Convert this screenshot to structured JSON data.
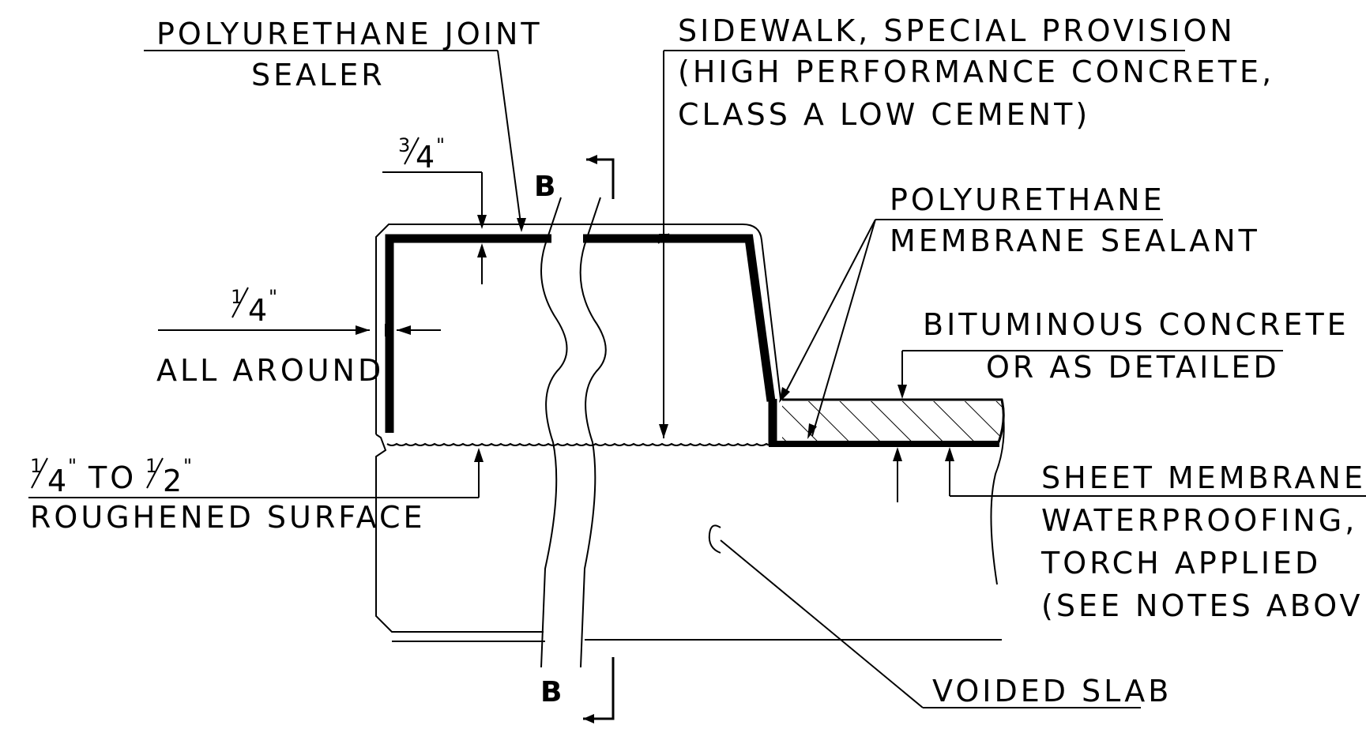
{
  "labels": {
    "joint_sealer_1": "POLYURETHANE JOINT",
    "joint_sealer_2": "SEALER",
    "sidewalk_1": "SIDEWALK, SPECIAL PROVISION",
    "sidewalk_2": "(HIGH PERFORMANCE CONCRETE,",
    "sidewalk_3": "CLASS A LOW CEMENT)",
    "membrane_sealant_1": "POLYURETHANE",
    "membrane_sealant_2": "MEMBRANE SEALANT",
    "bituminous_1": "BITUMINOUS CONCRETE",
    "bituminous_2": "OR AS DETAILED",
    "all_around": "ALL AROUND",
    "to_word": "TO",
    "roughened_surface": "ROUGHENED SURFACE",
    "sheet_membrane_1": "SHEET MEMBRANE",
    "sheet_membrane_2": "WATERPROOFING,",
    "sheet_membrane_3": "TORCH APPLIED",
    "sheet_membrane_4": "(SEE NOTES ABOVE)",
    "voided_slab": "VOIDED SLAB"
  },
  "section_marks": {
    "top": "B",
    "bottom": "B"
  },
  "dimensions": {
    "three_quarter": {
      "num": "3",
      "den": "4",
      "inch": "\""
    },
    "quarter_all_around": {
      "num": "1",
      "den": "4",
      "inch": "\""
    },
    "rough_min": {
      "num": "1",
      "den": "4",
      "inch": "\""
    },
    "rough_max": {
      "num": "1",
      "den": "2",
      "inch": "\""
    }
  }
}
